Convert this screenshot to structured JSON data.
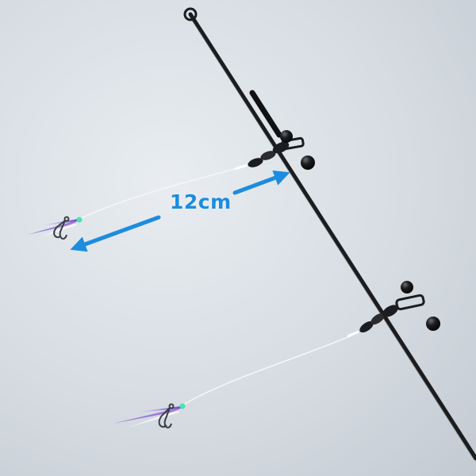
{
  "measurement": {
    "label": "12cm",
    "color": "#1c8ce0"
  },
  "colors": {
    "rod": "#1b1c1e",
    "leader_line": "#f4f6f8",
    "bead": "#151618",
    "hook": "#3a3d42",
    "lure_feather": "#8a63d6",
    "lure_glow": "#49e3b2"
  },
  "icons": {
    "rod": "fishing-rod",
    "hook": "treble-hook",
    "swivel": "swivel",
    "bead": "stop-bead"
  }
}
